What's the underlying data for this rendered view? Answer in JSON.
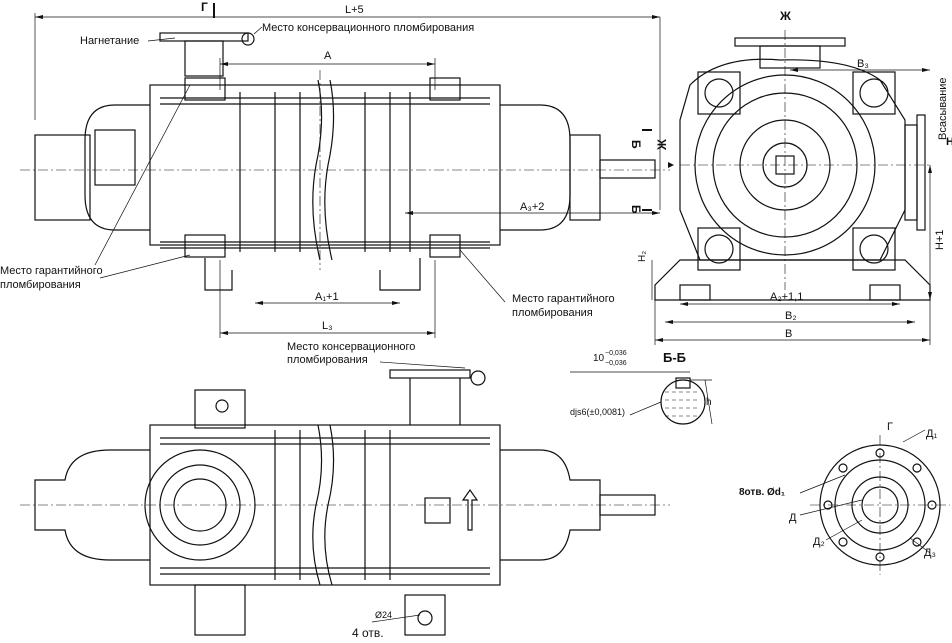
{
  "labels": {
    "g_top": "Г",
    "l5": "L+5",
    "konserv1": "Место консервационного пломбирования",
    "nagnetanie": "Нагнетание",
    "a": "A",
    "a3": "A₃+2",
    "b_mark": "Б",
    "zh_mark": "Ж",
    "mesto_gar_left": "Место гарантийного",
    "plomb_left": "пломбирования",
    "a1": "A₁+1",
    "l3": "L₃",
    "mesto_gar_right": "Место гарантийного",
    "plomb_right": "пломбирования",
    "b3": "B₃",
    "vsasyvanie": "Всасывание",
    "h_right": "H",
    "h1": "H+1",
    "h2": "H₂",
    "a2": "A₂+1,1",
    "b2": "B₂",
    "b": "B",
    "konserv2_l1": "Место консервационного",
    "konserv2_l2": "пломбирования",
    "tol1": "10(−₀,₀₃₆)",
    "tol_base": "10",
    "tol_up": "−0,036",
    "tol_dn": "−0,036",
    "section": "Б-Б",
    "shaft_d": "djs6(±0,0081)",
    "shaft_h": "h",
    "d24": "Ø24",
    "holes4": "4 отв.",
    "g_flange": "Г",
    "d1": "Д₁",
    "holes8": "8отв. Ød₁",
    "d": "Д",
    "d2": "Д₂",
    "d3": "Д₃"
  }
}
